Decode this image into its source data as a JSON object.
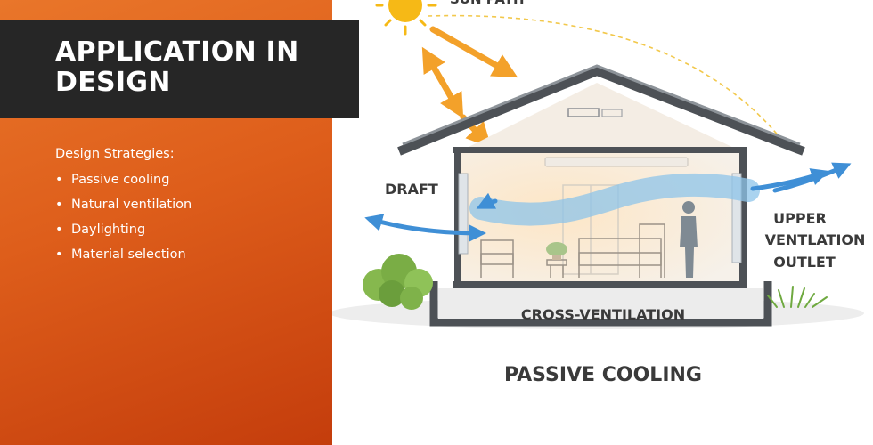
{
  "slide": {
    "title": "APPLICATION IN DESIGN",
    "subheading": "Design Strategies:",
    "bullets": [
      "Passive cooling",
      "Natural ventilation",
      "Daylighting",
      "Material selection"
    ],
    "bullet_symbol": "•"
  },
  "illustration": {
    "top_label_fragment": "SUN PATH",
    "draft_label": "DRAFT",
    "outlet_label_lines": [
      "UPPER",
      "VENTLATION",
      "OUTLET"
    ],
    "cross_ventilation_label": "CROSS-VENTILATION",
    "caption": "PASSIVE COOLING"
  },
  "colors": {
    "accent_orange": "#e06a22",
    "title_band": "#262626",
    "sun": "#f6b916",
    "sun_arrow": "#f3a12a",
    "air_arrow": "#3f8fd6"
  }
}
